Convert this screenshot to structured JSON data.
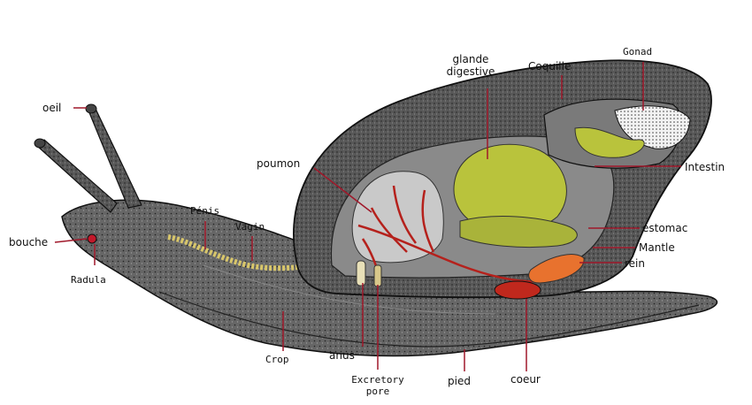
{
  "labels": {
    "oeil": "oeil",
    "bouche": "bouche",
    "radula": "Radula",
    "penis": "Pénis",
    "vagin": "Vagin",
    "poumon": "poumon",
    "glande_line1": "glande",
    "glande_line2": "digestive",
    "coquille": "Coquille",
    "gonad": "Gonad",
    "intestin": "Intestin",
    "estomac": "estomac",
    "mantle": "Mantle",
    "rein": "rein",
    "crop": "Crop",
    "anus": "anus",
    "excretory_line1": "Excretory",
    "excretory_line2": "pore",
    "pied": "pied",
    "coeur": "coeur"
  },
  "colors": {
    "body": "#6f6f6f",
    "shell": "#5e5e5e",
    "leader": "#a0182a",
    "digestive": "#b9c33c",
    "vessel": "#b5211c",
    "rein": "#e8722e",
    "gonad": "#e9e9e9"
  }
}
